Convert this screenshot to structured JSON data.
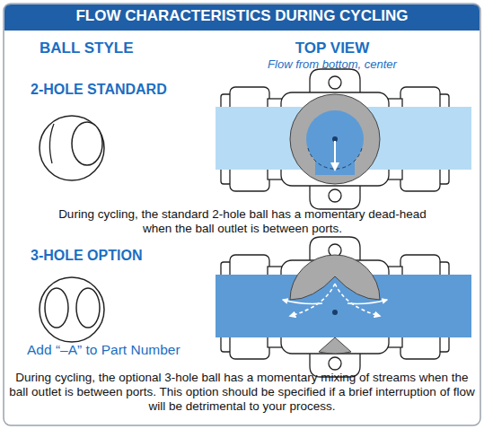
{
  "diagram": {
    "title": "FLOW CHARACTERISTICS DURING CYCLING",
    "labels": [
      "BALL STYLE",
      "TOP VIEW",
      "Flow from bottom, center",
      "2-HOLE STANDARD",
      "During cycling, the standard 2-hole ball has a momentary dead-head when the ball outlet is between ports.",
      "3-HOLE OPTION",
      "Add “–A” to Part Number",
      "During cycling, the optional 3-hole ball has a momentary mixing of streams when the ball outlet is between ports. This option should be specified if a brief interruption of flow will be detrimental to your process."
    ]
  }
}
